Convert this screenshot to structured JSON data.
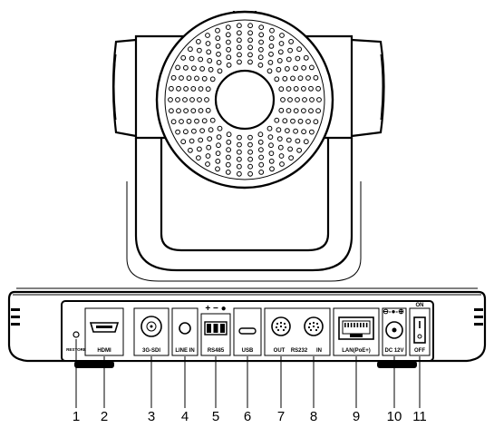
{
  "diagram": {
    "port_labels": {
      "reset": "RESTORE",
      "hdmi": "HDMI",
      "sdi": "3G-SDI",
      "line_in": "LINE IN",
      "rs485": "RS485",
      "usb": "USB",
      "rs232_out": "OUT",
      "rs232": "RS232",
      "rs232_in": "IN",
      "lan": "LAN(PoE+)",
      "dc": "DC 12V",
      "switch_on": "ON",
      "switch_off": "OFF",
      "rs485_polarity": "+ − ●"
    },
    "callouts": [
      "1",
      "2",
      "3",
      "4",
      "5",
      "6",
      "7",
      "8",
      "9",
      "10",
      "11"
    ]
  }
}
